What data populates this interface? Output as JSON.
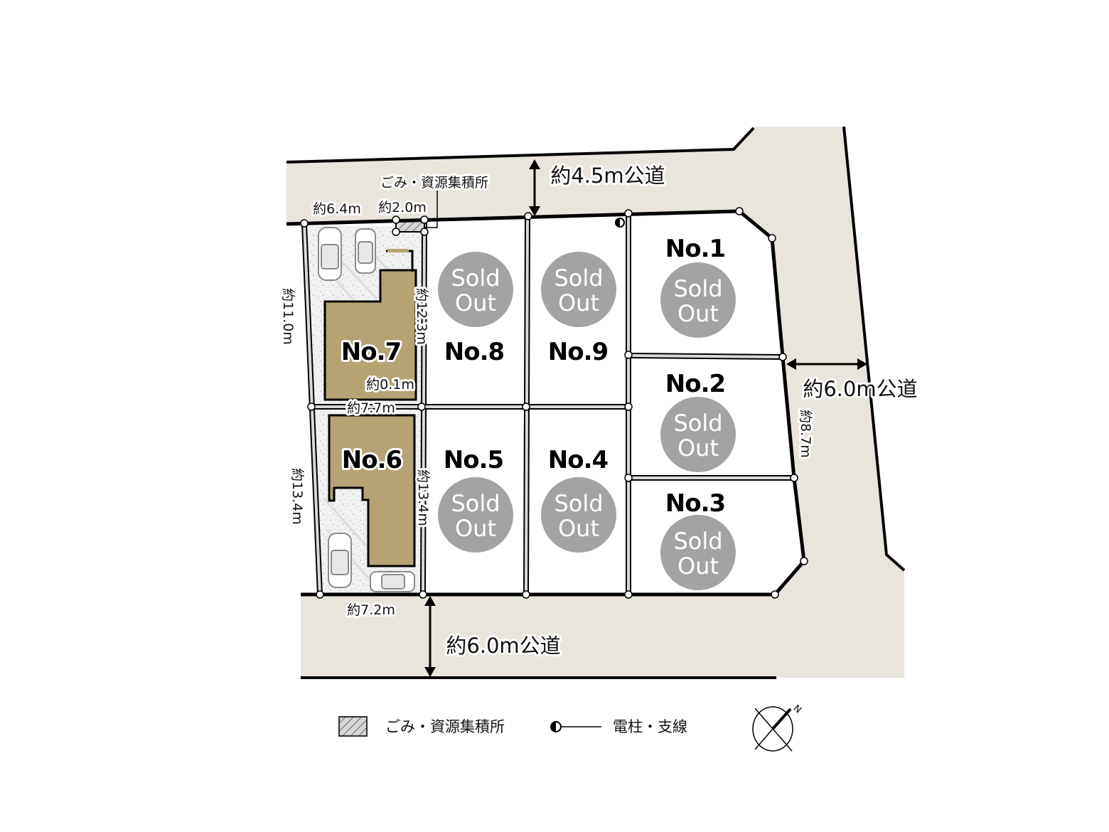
{
  "colors": {
    "road": "#eae5dc",
    "house": "#b5a373",
    "sold_circle": "#a3a3a3",
    "boundary": "#000000",
    "divider": "#d9d9d9",
    "gravel": "#f1f1f1"
  },
  "roads": {
    "north": "約4.5m公道",
    "east": "約6.0m公道",
    "south": "約6.0m公道"
  },
  "lots": [
    {
      "label": "No.1",
      "sold_line1": "Sold",
      "sold_line2": "Out"
    },
    {
      "label": "No.2",
      "sold_line1": "Sold",
      "sold_line2": "Out"
    },
    {
      "label": "No.3",
      "sold_line1": "Sold",
      "sold_line2": "Out"
    },
    {
      "label": "No.4",
      "sold_line1": "Sold",
      "sold_line2": "Out"
    },
    {
      "label": "No.5",
      "sold_line1": "Sold",
      "sold_line2": "Out"
    },
    {
      "label": "No.6"
    },
    {
      "label": "No.7"
    },
    {
      "label": "No.8",
      "sold_line1": "Sold",
      "sold_line2": "Out"
    },
    {
      "label": "No.9",
      "sold_line1": "Sold",
      "sold_line2": "Out"
    }
  ],
  "dimensions": {
    "no7_frontage": "約6.4m",
    "gomi_width": "約2.0m",
    "gomi_label": "ごみ・資源集積所",
    "no7_west": "約11.0m",
    "no7_east": "約12.3m",
    "no7_gap": "約0.1m",
    "no7_south": "約7.7m",
    "no6_west": "約13.4m",
    "no6_east": "約13.4m",
    "no6_south": "約7.2m",
    "no2_east": "約8.7m"
  },
  "legend": {
    "gomi_label": "ごみ・資源集積所",
    "pole_label": "電柱・支線"
  },
  "compass": {
    "north_label": "N"
  }
}
